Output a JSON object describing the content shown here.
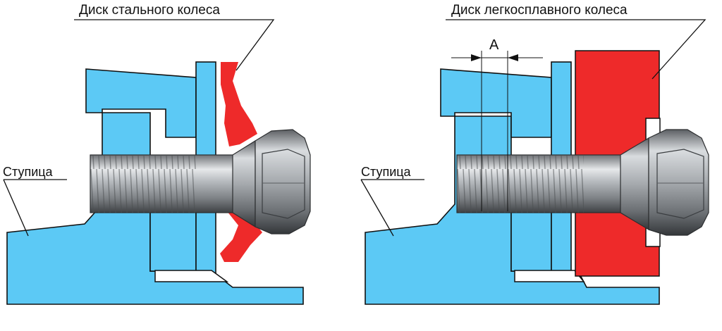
{
  "labels": {
    "steel_disc": "Диск стального колеса",
    "alloy_disc": "Диск легкосплавного колеса",
    "hub_left": "Ступица",
    "hub_right": "Ступица",
    "dimension": "А"
  },
  "colors": {
    "hub": "#5cc9f5",
    "hub_edge": "#1f6f95",
    "steel": "#ee2a2a",
    "alloy": "#ee2a2a",
    "line": "#111111"
  }
}
